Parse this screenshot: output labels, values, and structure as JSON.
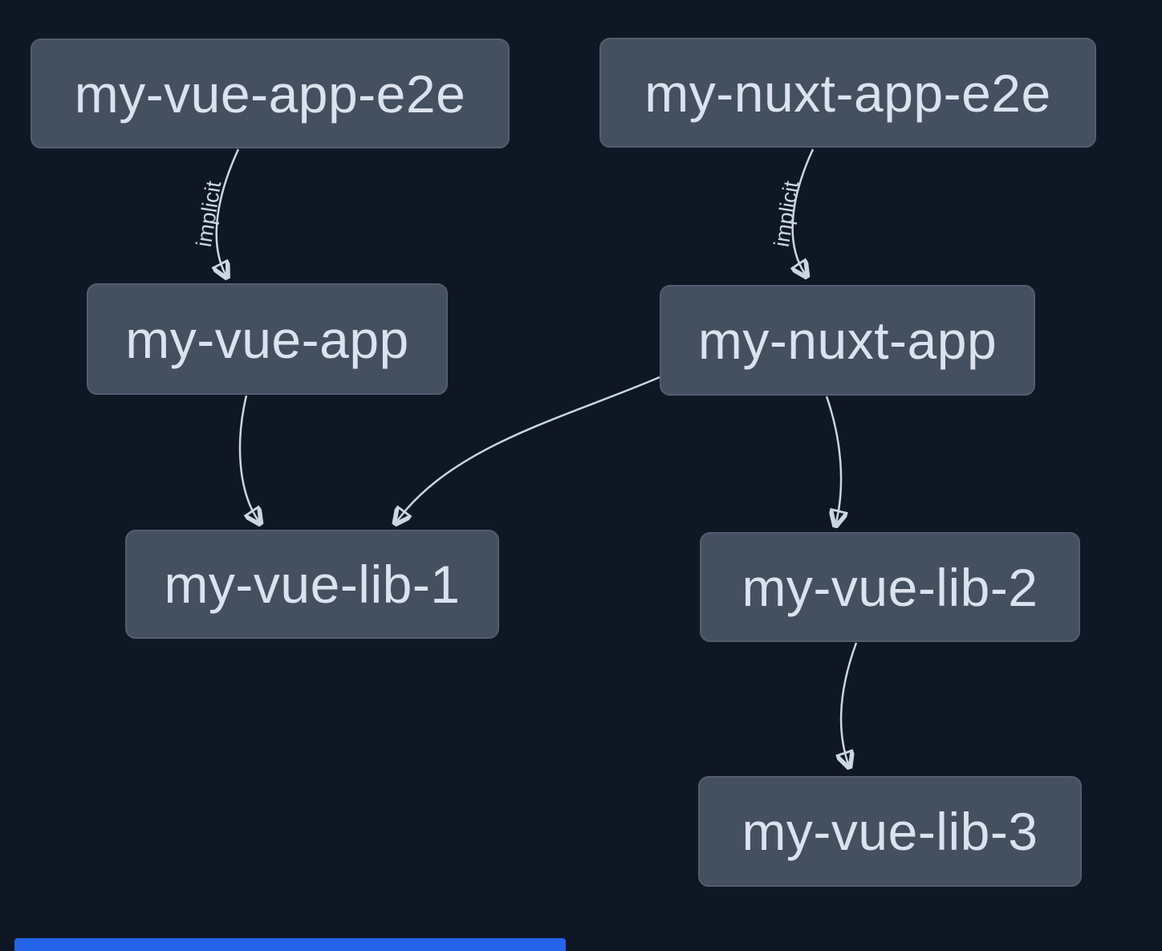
{
  "diagram": {
    "type": "project-dependency-graph",
    "background_color": "#101724",
    "node_fill_color": "#444f60",
    "node_border_color": "#515d6f",
    "node_text_color": "#dbe2ee",
    "edge_color": "#ccd5e3",
    "scrollbar_color": "#2563eb",
    "nodes": [
      {
        "id": "my-vue-app-e2e",
        "label": "my-vue-app-e2e"
      },
      {
        "id": "my-nuxt-app-e2e",
        "label": "my-nuxt-app-e2e"
      },
      {
        "id": "my-vue-app",
        "label": "my-vue-app"
      },
      {
        "id": "my-nuxt-app",
        "label": "my-nuxt-app"
      },
      {
        "id": "my-vue-lib-1",
        "label": "my-vue-lib-1"
      },
      {
        "id": "my-vue-lib-2",
        "label": "my-vue-lib-2"
      },
      {
        "id": "my-vue-lib-3",
        "label": "my-vue-lib-3"
      }
    ],
    "edges": [
      {
        "from": "my-vue-app-e2e",
        "to": "my-vue-app",
        "label": "implicit"
      },
      {
        "from": "my-nuxt-app-e2e",
        "to": "my-nuxt-app",
        "label": "implicit"
      },
      {
        "from": "my-vue-app",
        "to": "my-vue-lib-1",
        "label": ""
      },
      {
        "from": "my-nuxt-app",
        "to": "my-vue-lib-1",
        "label": ""
      },
      {
        "from": "my-nuxt-app",
        "to": "my-vue-lib-2",
        "label": ""
      },
      {
        "from": "my-vue-lib-2",
        "to": "my-vue-lib-3",
        "label": ""
      }
    ]
  }
}
